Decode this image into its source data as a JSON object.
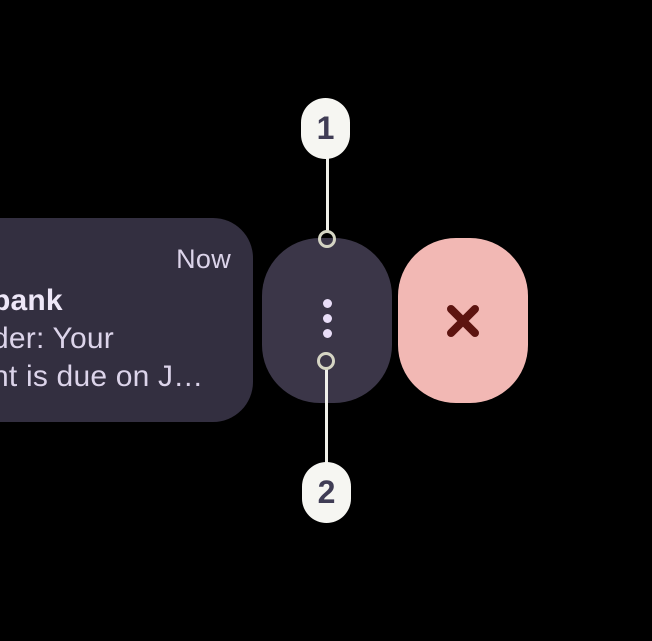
{
  "notification": {
    "timestamp": "Now",
    "title_fragment": "bank",
    "body_line1_fragment": "der: Your",
    "body_line2_fragment": "nt is due on J…"
  },
  "swipe_actions": {
    "more_button_icon": "kebab-menu",
    "dismiss_button_icon": "close-x"
  },
  "annotations": {
    "callout_1": {
      "label": "1"
    },
    "callout_2": {
      "label": "2"
    }
  },
  "colors": {
    "bg": "#000000",
    "card-bg": "#332F40",
    "card-text": "#DCD4EA",
    "card-title": "#EEE7F8",
    "pill-bg": "#3B3648",
    "dot": "#E9DEF8",
    "dismiss-bg": "#F2B8B4",
    "dismiss-x": "#5D1410",
    "badge-bg": "#F6F6F2",
    "badge-text": "#403D55",
    "connector": "#F0F0EA",
    "ring": "#D5D5C4"
  }
}
